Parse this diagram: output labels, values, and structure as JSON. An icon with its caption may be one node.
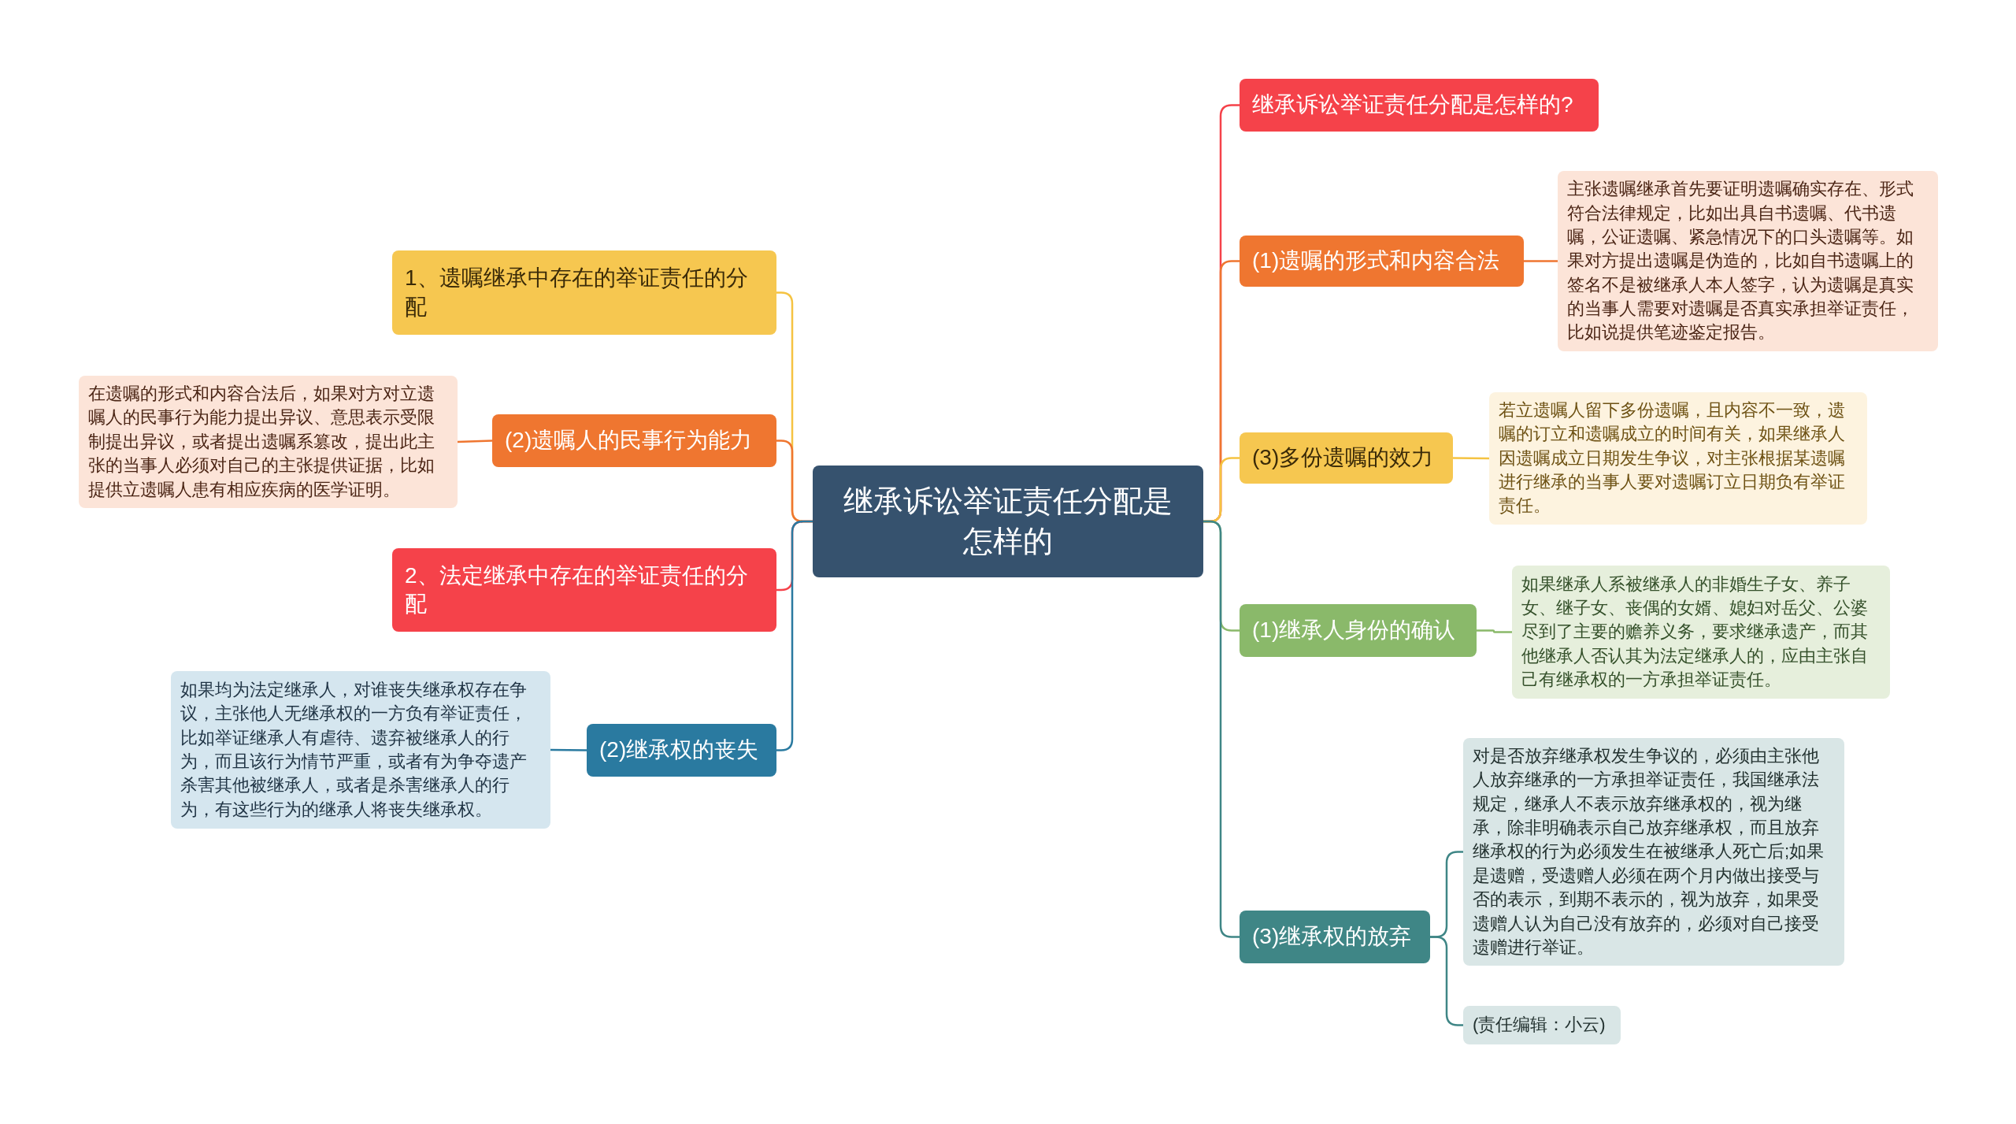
{
  "diagram": {
    "nodes": [
      {
        "text": [
          "继承诉讼举证责任分配是怎样的"
        ]
      },
      {
        "text": [
          "1、遗嘱继承中存在的举证责任的分配"
        ]
      },
      {
        "text": [
          "(2)遗嘱人的民事行为能力"
        ]
      },
      {
        "text": [
          "在遗嘱的形式和内容合法后，如果对方对立遗嘱人的民事行为能力提出异议、意思表示受限制提出异议，或者提出遗嘱系篡改，提出此主张的当事人必须对自己的主张提供证据，比如提供立遗嘱人患有相应疾病的医学证明。"
        ]
      },
      {
        "text": [
          "2、法定继承中存在的举证责任的分配"
        ]
      },
      {
        "text": [
          "(2)继承权的丧失"
        ]
      },
      {
        "text": [
          "如果均为法定继承人，对谁丧失继承权存在争议，主张他人无继承权的一方负有举证责任，比如举证继承人有虐待、遗弃被继承人的行为，而且该行为情节严重，或者有为争夺遗产杀害其他被继承人，或者是杀害继承人的行为，有这些行为的继承人将丧失继承权。"
        ]
      },
      {
        "text": [
          "继承诉讼举证责任分配是怎样的?"
        ]
      },
      {
        "text": [
          "(1)遗嘱的形式和内容合法"
        ]
      },
      {
        "text": [
          "主张遗嘱继承首先要证明遗嘱确实存在、形式符合法律规定，比如出具自书遗嘱、代书遗嘱，公证遗嘱、紧急情况下的口头遗嘱等。如果对方提出遗嘱是伪造的，比如自书遗嘱上的签名不是被继承人本人签字，认为遗嘱是真实的当事人需要对遗嘱是否真实承担举证责任，比如说提供笔迹鉴定报告。"
        ]
      },
      {
        "text": [
          "(3)多份遗嘱的效力"
        ]
      },
      {
        "text": [
          "若立遗嘱人留下多份遗嘱，且内容不一致，遗嘱的订立和遗嘱成立的时间有关，如果继承人因遗嘱成立日期发生争议，对主张根据某遗嘱进行继承的当事人要对遗嘱订立日期负有举证责任。"
        ]
      },
      {
        "text": [
          "(1)继承人身份的确认"
        ]
      },
      {
        "text": [
          "如果继承人系被继承人的非婚生子女、养子女、继子女、丧偶的女婿、媳妇对岳父、公婆尽到了主要的赡养义务，要求继承遗产，而其他继承人否认其为法定继承人的，应由主张自己有继承权的一方承担举证责任。"
        ]
      },
      {
        "text": [
          "(3)继承权的放弃"
        ]
      },
      {
        "text": [
          "对是否放弃继承权发生争议的，必须由主张他人放弃继承的一方承担举证责任，我国继承法规定，继承人不表示放弃继承权的，视为继承，除非明确表示自己放弃继承权，而且放弃继承权的行为必须发生在被继承人死亡后;如果是遗赠，受遗赠人必须在两个月内做出接受与否的表示，到期不表示的，视为放弃，如果受遗赠人认为自己没有放弃的，必须对自己接受遗赠进行举证。"
        ]
      },
      {
        "text": [
          "(责任编辑：小云)"
        ]
      }
    ],
    "edges": [
      {
        "from": 0,
        "to": 1,
        "arrow": "none",
        "color": "#f5c342"
      },
      {
        "from": 0,
        "to": 2,
        "arrow": "none",
        "color": "#ef7630"
      },
      {
        "from": 2,
        "to": 3,
        "arrow": "none",
        "color": "#ef7630"
      },
      {
        "from": 0,
        "to": 4,
        "arrow": "none",
        "color": "#f5424a"
      },
      {
        "from": 0,
        "to": 5,
        "arrow": "none",
        "color": "#2a7aa0"
      },
      {
        "from": 5,
        "to": 6,
        "arrow": "none",
        "color": "#2a7aa0"
      },
      {
        "from": 0,
        "to": 7,
        "arrow": "none",
        "color": "#f5424a"
      },
      {
        "from": 0,
        "to": 8,
        "arrow": "none",
        "color": "#ef7630"
      },
      {
        "from": 8,
        "to": 9,
        "arrow": "none",
        "color": "#ef7630"
      },
      {
        "from": 0,
        "to": 10,
        "arrow": "none",
        "color": "#f5c342"
      },
      {
        "from": 10,
        "to": 11,
        "arrow": "none",
        "color": "#f5c342"
      },
      {
        "from": 0,
        "to": 12,
        "arrow": "none",
        "color": "#8ab96a"
      },
      {
        "from": 12,
        "to": 13,
        "arrow": "none",
        "color": "#8ab96a"
      },
      {
        "from": 0,
        "to": 14,
        "arrow": "none",
        "color": "#3f8686"
      },
      {
        "from": 14,
        "to": 15,
        "arrow": "none",
        "color": "#3f8686"
      },
      {
        "from": 14,
        "to": 16,
        "arrow": "none",
        "color": "#3f8686"
      }
    ]
  }
}
